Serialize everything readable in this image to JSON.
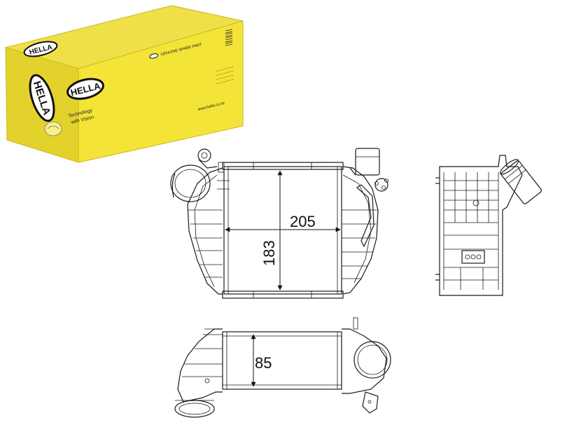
{
  "box": {
    "brand": "HELLA",
    "tagline_line1": "Technology",
    "tagline_line2": "with Vision",
    "genuine_text": "GENUINE SPARE PART",
    "url_text": "www.hella.co.nz",
    "colors": {
      "box_yellow": "#f2e232",
      "box_shadow": "#d9c81c",
      "brand_black": "#111111"
    }
  },
  "dimensions": {
    "width": "205",
    "height": "183",
    "depth": "85"
  }
}
